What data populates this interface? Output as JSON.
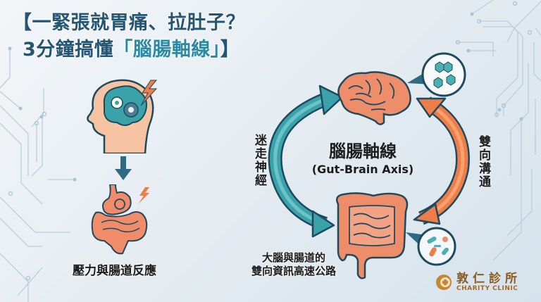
{
  "title": {
    "line1": "【一緊張就胃痛、拉肚子？",
    "line2_prefix": "3分鐘搞懂",
    "line2_highlight": "「腦腸軸線」",
    "line2_suffix": "】"
  },
  "left_panel": {
    "head_icon": "stressed-head-gears-icon",
    "arrow_icon": "down-arrow-icon",
    "gut_icon": "stomach-intestine-icon",
    "caption": "壓力與腸道反應"
  },
  "diagram": {
    "center_title": "腦腸軸線",
    "center_subtitle": "(Gut-Brain Axis)",
    "left_label": "迷走神經",
    "right_label": "雙向溝通",
    "bottom_caption_line1": "大腦與腸道的",
    "bottom_caption_line2": "雙向資訊高速公路",
    "brain_icon": "brain-icon",
    "intestine_icon": "intestine-icon",
    "molecule_icon": "neurotransmitter-molecule-icon",
    "bacteria_icon": "gut-bacteria-icon"
  },
  "logo": {
    "name_zh": "敦仁診所",
    "name_en": "CHARITY CLINIC"
  },
  "colors": {
    "title": "#245573",
    "highlight": "#2a8aa6",
    "teal_arrow": "#3aa3aa",
    "orange_arrow": "#ee7d4a",
    "organ": "#ec8a6a",
    "outline": "#1f4a5e",
    "logo": "#8a5a1e"
  }
}
